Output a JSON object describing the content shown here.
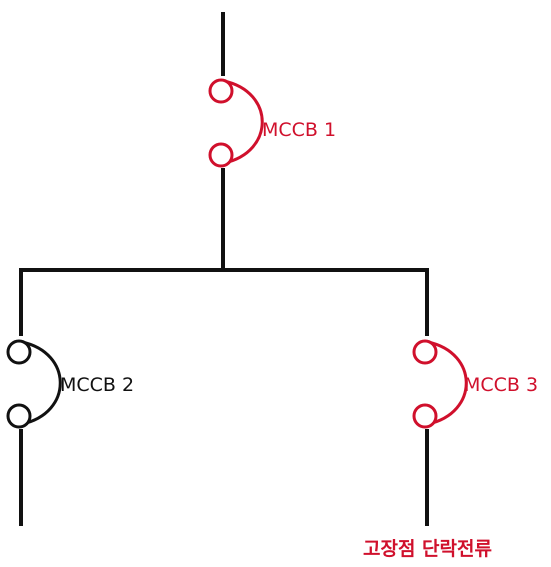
{
  "colors": {
    "highlight": "#d0102c",
    "normal": "#111111"
  },
  "breakers": [
    {
      "id": "mccb1",
      "label": "MCCB 1",
      "highlighted": true
    },
    {
      "id": "mccb2",
      "label": "MCCB 2",
      "highlighted": false
    },
    {
      "id": "mccb3",
      "label": "MCCB 3",
      "highlighted": true
    }
  ],
  "annotation": {
    "fault_current_label": "고장점 단락전류"
  }
}
